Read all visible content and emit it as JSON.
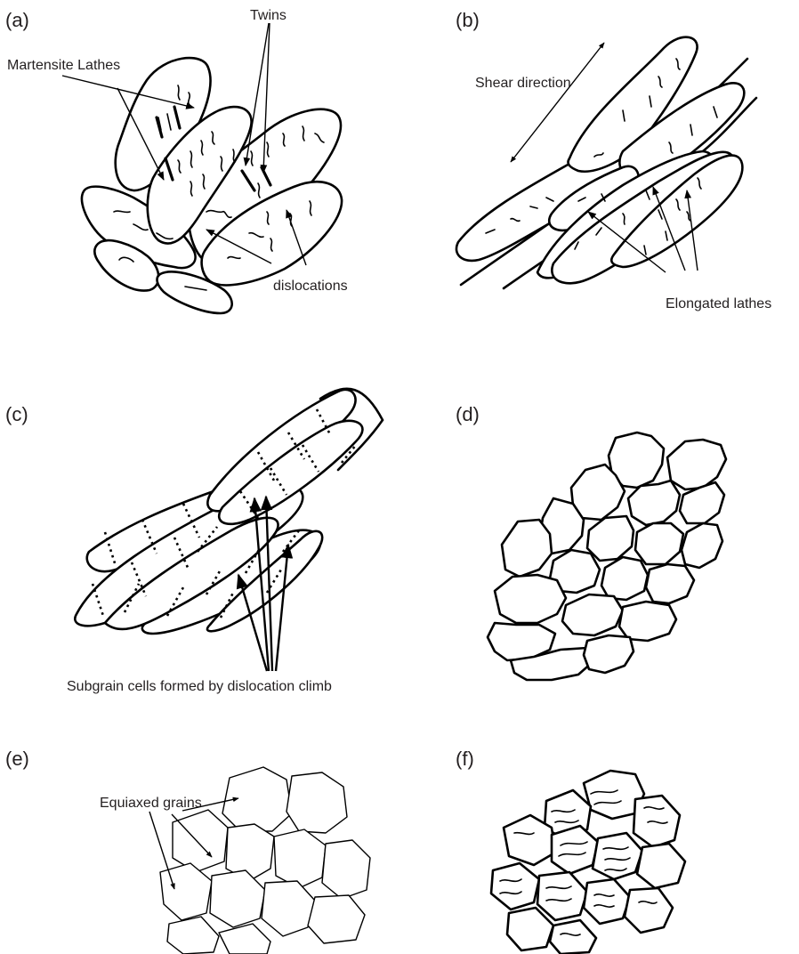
{
  "panels": [
    {
      "letter": "(a)",
      "labels": {
        "martensite": "Martensite Lathes",
        "twins": "Twins",
        "dislocations": "dislocations"
      }
    },
    {
      "letter": "(b)",
      "labels": {
        "shear": "Shear direction",
        "elongated": "Elongated lathes"
      }
    },
    {
      "letter": "(c)",
      "labels": {
        "subgrain": "Subgrain cells formed by dislocation climb"
      }
    },
    {
      "letter": "(d)"
    },
    {
      "letter": "(e)",
      "labels": {
        "equiaxed": "Equiaxed grains"
      }
    },
    {
      "letter": "(f)"
    }
  ]
}
